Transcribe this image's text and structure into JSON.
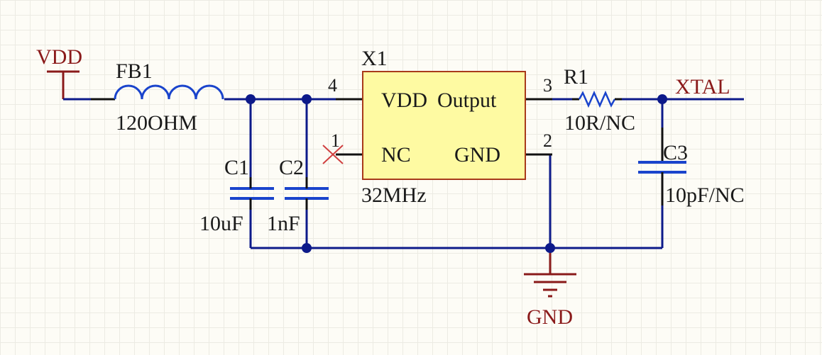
{
  "power": {
    "vdd_label": "VDD"
  },
  "ferrite": {
    "designator": "FB1",
    "value": "120OHM"
  },
  "caps": [
    {
      "designator": "C1",
      "value": "10uF"
    },
    {
      "designator": "C2",
      "value": "1nF"
    },
    {
      "designator": "C3",
      "value": "10pF/NC"
    }
  ],
  "oscillator": {
    "designator": "X1",
    "value": "32MHz",
    "pin_vdd_label": "VDD",
    "pin_output_label": "Output",
    "pin_nc_label": "NC",
    "pin_gnd_label": "GND",
    "pin_numbers": {
      "vdd": "4",
      "nc": "1",
      "output": "3",
      "gnd": "2"
    }
  },
  "resistor": {
    "designator": "R1",
    "value": "10R/NC"
  },
  "net_labels": {
    "xtal": "XTAL",
    "gnd": "GND"
  },
  "colors": {
    "wire": "#0d1a8a",
    "component_body": "#fefaa2",
    "component_border": "#a83a1a",
    "power_port": "#8a1a1a",
    "capacitor": "#1a44cc",
    "no_connect": "#d04040",
    "grid": "#ecebe3",
    "background": "#fdfcf6"
  }
}
